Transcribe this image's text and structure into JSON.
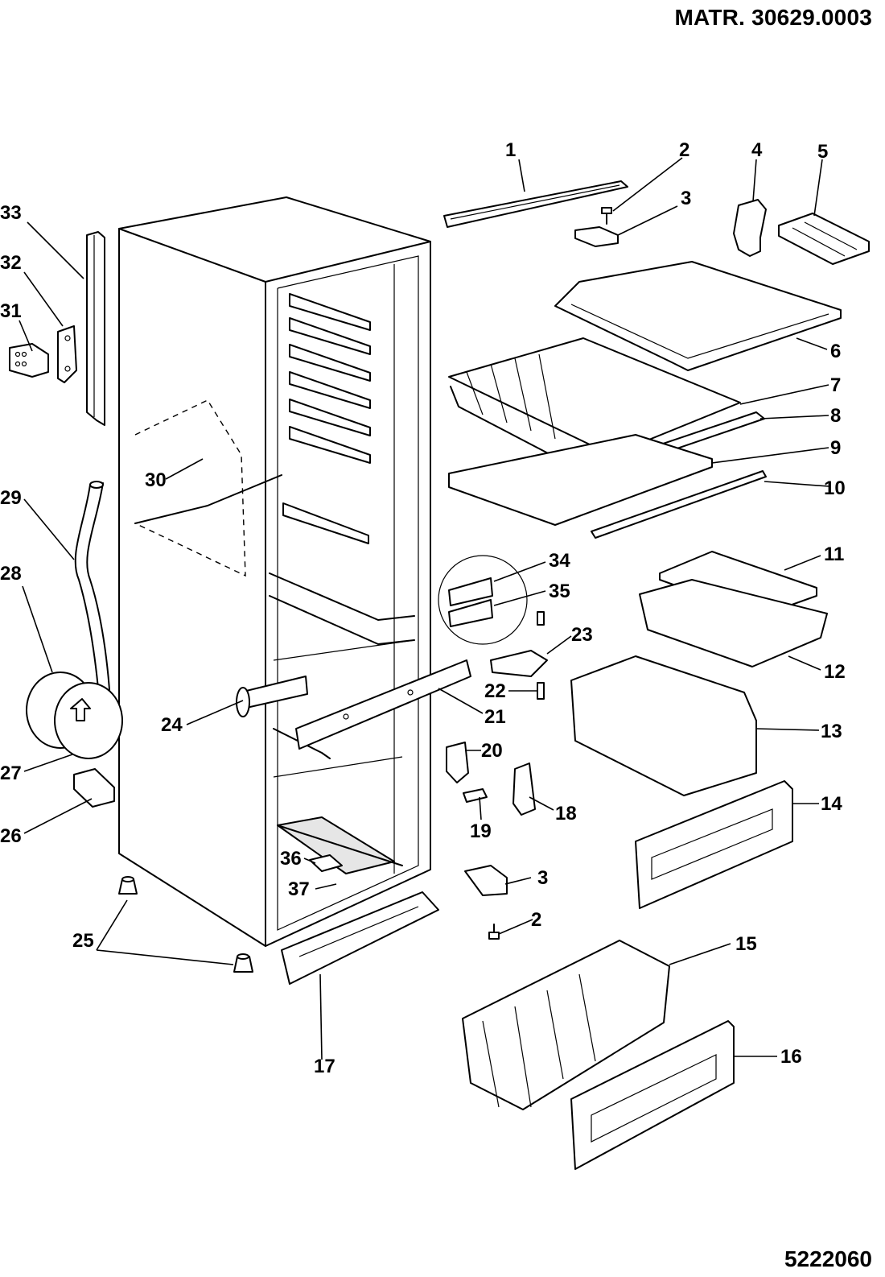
{
  "header": {
    "material_code": "MATR. 30629.0003"
  },
  "footer": {
    "drawing_code": "5222060"
  },
  "part_labels": [
    "1",
    "2",
    "3",
    "4",
    "5",
    "6",
    "7",
    "8",
    "9",
    "10",
    "11",
    "12",
    "13",
    "14",
    "15",
    "16",
    "17",
    "18",
    "19",
    "20",
    "21",
    "22",
    "23",
    "24",
    "25",
    "26",
    "27",
    "28",
    "29",
    "30",
    "31",
    "32",
    "33",
    "34",
    "35",
    "36",
    "37",
    "3",
    "2"
  ]
}
